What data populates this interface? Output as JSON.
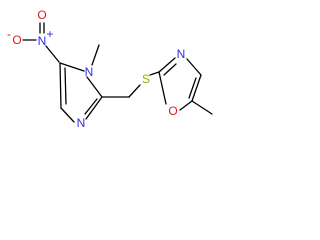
{
  "molecule": {
    "atoms": {
      "nitro_o_top": "O",
      "nitro_o_minus": "O",
      "nitro_n": "N",
      "nitro_plus": "+",
      "nitro_minus": "-",
      "imidazole_n1": "N",
      "imidazole_n3": "N",
      "sulfur": "S",
      "oxazole_n": "N",
      "oxazole_o": "O"
    },
    "colors": {
      "bond": "#000000",
      "nitrogen": "#2e2ee6",
      "oxygen": "#e01b1b",
      "sulfur": "#a8a800",
      "background": "#ffffff"
    }
  }
}
